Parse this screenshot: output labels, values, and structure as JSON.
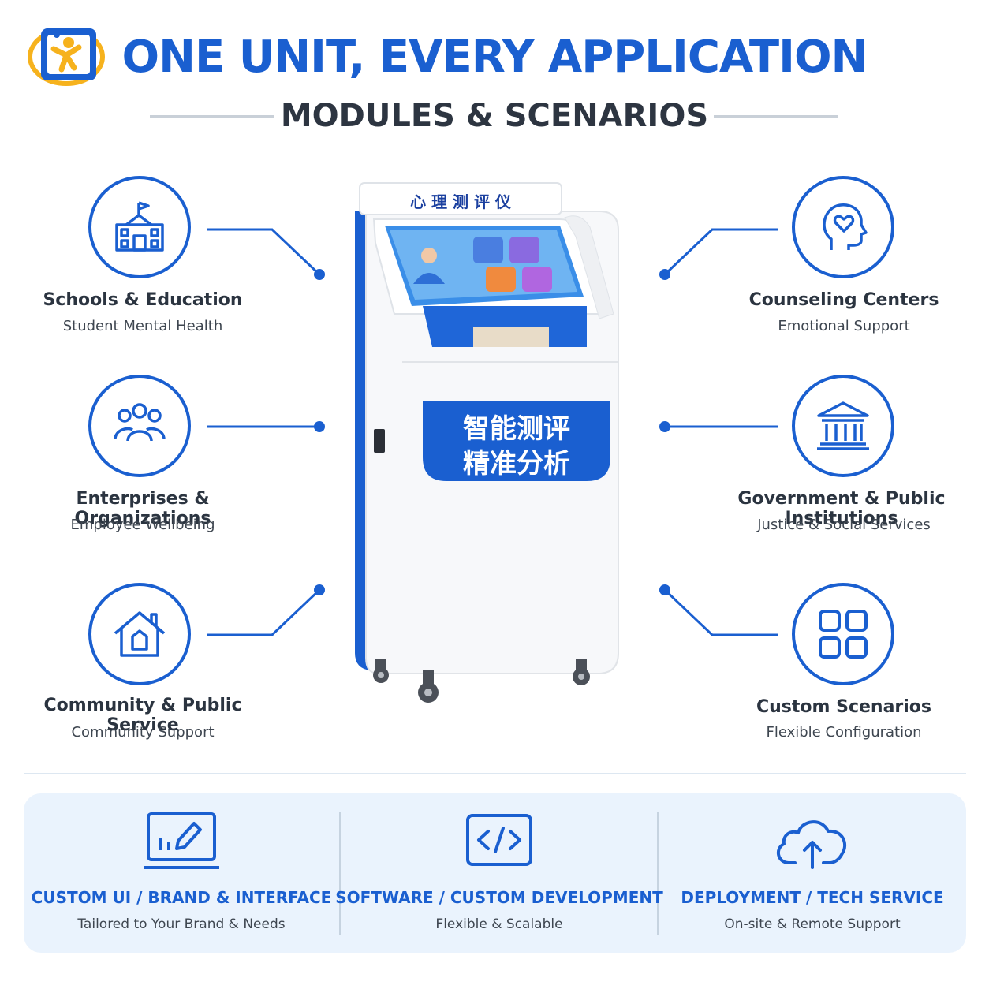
{
  "header": {
    "title": "ONE UNIT, EVERY APPLICATION",
    "subtitle": "MODULES & SCENARIOS"
  },
  "kiosk": {
    "top_sign": "心 理 测 评 仪",
    "panel_line1": "智能测评",
    "panel_line2": "精准分析"
  },
  "scenarios": {
    "schools": {
      "label": "Schools & Education",
      "sub": "Student Mental Health",
      "icon": "school-building-icon"
    },
    "enterprises": {
      "label": "Enterprises & Organizations",
      "sub": "Employee Wellbeing",
      "icon": "people-group-icon"
    },
    "community": {
      "label": "Community & Public Service",
      "sub": "Community Support",
      "icon": "home-icon"
    },
    "counseling": {
      "label": "Counseling Centers",
      "sub": "Emotional Support",
      "icon": "head-heart-icon"
    },
    "government": {
      "label": "Government & Public Institutions",
      "sub": "Justice & Social Services",
      "icon": "institution-icon"
    },
    "custom": {
      "label": "Custom Scenarios",
      "sub": "Flexible Configuration",
      "icon": "grid-apps-icon"
    }
  },
  "services": {
    "ui": {
      "title": "CUSTOM UI / BRAND & INTERFACE",
      "sub": "Tailored to Your Brand & Needs",
      "icon": "monitor-edit-icon"
    },
    "software": {
      "title": "SOFTWARE / CUSTOM DEVELOPMENT",
      "sub": "Flexible & Scalable",
      "icon": "code-icon"
    },
    "deploy": {
      "title": "DEPLOYMENT / TECH SERVICE",
      "sub": "On-site & Remote Support",
      "icon": "cloud-upload-icon"
    }
  },
  "colors": {
    "accent": "#1a5fd0",
    "text": "#2b3440",
    "band": "#eaf3fd",
    "logo_yellow": "#f6b21d"
  }
}
